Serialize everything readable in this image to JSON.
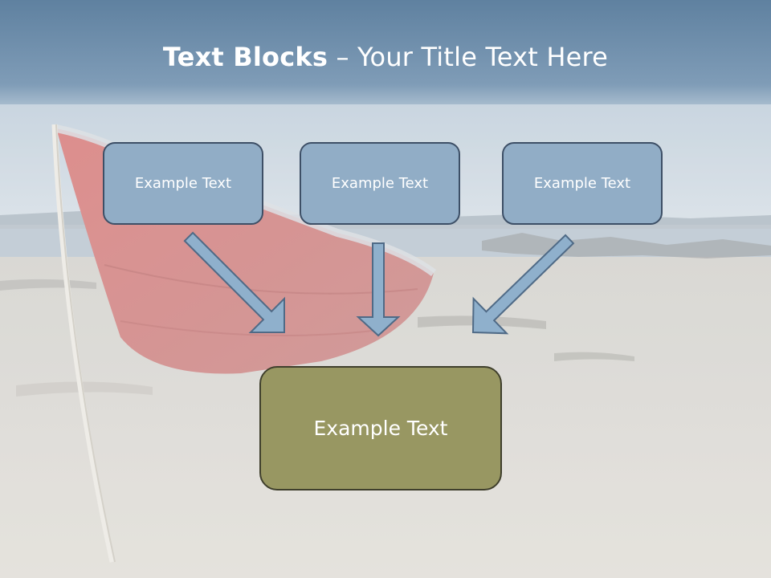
{
  "title": {
    "bold": "Text Blocks",
    "rest": " – Your Title Text Here"
  },
  "diagram": {
    "top_boxes": [
      "Example Text",
      "Example Text",
      "Example Text"
    ],
    "bottom_box": "Example Text"
  },
  "colors": {
    "top_box_fill": "#91adc6",
    "top_box_border": "#3d4f66",
    "bottom_box_fill": "#989762",
    "bottom_box_border": "#3f3f2c",
    "arrow_fill": "#8fb0cc",
    "arrow_stroke": "#4f6a86"
  }
}
